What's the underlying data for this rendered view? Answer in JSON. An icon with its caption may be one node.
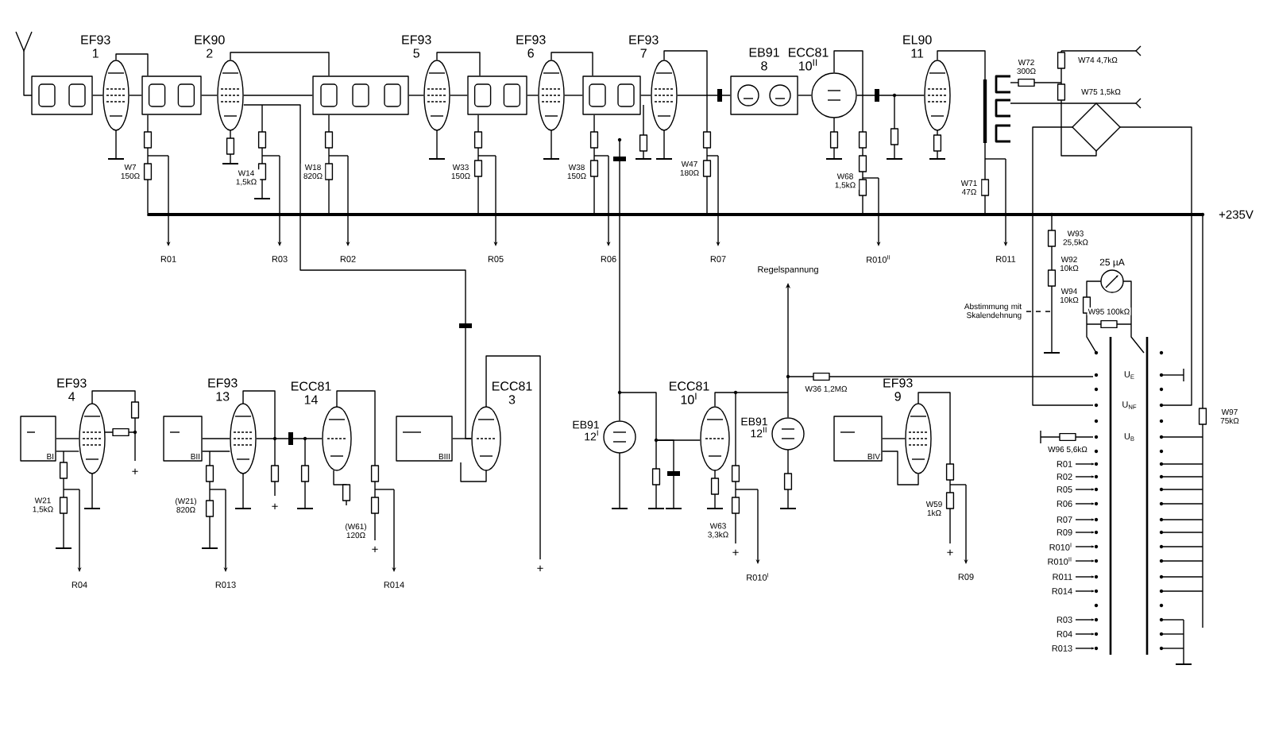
{
  "diagram": {
    "nodes": [
      {
        "text": [],
        "shape": "box"
      },
      {
        "text": [
          "EF93",
          "1"
        ]
      },
      {
        "text": [],
        "shape": "box"
      },
      {
        "text": [
          "EK90",
          "2"
        ]
      },
      {
        "text": [],
        "shape": "box"
      },
      {
        "text": [
          "EF93",
          "5"
        ]
      },
      {
        "text": [],
        "shape": "box"
      },
      {
        "text": [
          "EF93",
          "6"
        ]
      },
      {
        "text": [],
        "shape": "box"
      },
      {
        "text": [
          "EF93",
          "7"
        ]
      },
      {
        "text": [
          "EB91",
          "8"
        ]
      },
      {
        "text": [
          "ECC81",
          "10$^{II}$"
        ]
      },
      {
        "text": [
          "EL90",
          "11"
        ]
      },
      {
        "text": [
          "BI"
        ]
      },
      {
        "text": [
          "EF93",
          "4"
        ]
      },
      {
        "text": [
          "BII"
        ]
      },
      {
        "text": [
          "EF93",
          "13"
        ]
      },
      {
        "text": [
          "ECC81",
          "14"
        ]
      },
      {
        "text": [
          "BIII"
        ]
      },
      {
        "text": [
          "ECC81",
          "3"
        ]
      },
      {
        "text": [
          "EB91",
          "12$^{I}$"
        ]
      },
      {
        "text": [
          "ECC81",
          "10$^{I}$"
        ]
      },
      {
        "text": [
          "EB91",
          "12$^{II}$"
        ]
      },
      {
        "text": [
          "BIV"
        ]
      },
      {
        "text": [
          "EF93",
          "9"
        ]
      },
      {
        "text": [
          "25 µA"
        ]
      },
      {
        "text": [],
        "shape": "bar"
      }
    ],
    "edges": [
      {
        "from": 0,
        "to": 1,
        "arrow": "none"
      },
      {
        "from": 1,
        "to": 2,
        "arrow": "none"
      },
      {
        "from": 2,
        "to": 3,
        "arrow": "none"
      },
      {
        "from": 3,
        "to": 4,
        "arrow": "none"
      },
      {
        "from": 4,
        "to": 5,
        "arrow": "none"
      },
      {
        "from": 5,
        "to": 6,
        "arrow": "none"
      },
      {
        "from": 6,
        "to": 7,
        "arrow": "none"
      },
      {
        "from": 7,
        "to": 8,
        "arrow": "none"
      },
      {
        "from": 8,
        "to": 9,
        "arrow": "none"
      },
      {
        "from": 9,
        "to": 10,
        "arrow": "none"
      },
      {
        "from": 10,
        "to": 11,
        "arrow": "none"
      },
      {
        "from": 11,
        "to": 12,
        "arrow": "none"
      },
      {
        "from": 13,
        "to": 14,
        "arrow": "none"
      },
      {
        "from": 15,
        "to": 16,
        "arrow": "none"
      },
      {
        "from": 16,
        "to": 17,
        "arrow": "none"
      },
      {
        "from": 18,
        "to": 19,
        "arrow": "none"
      },
      {
        "from": 23,
        "to": 24,
        "arrow": "none"
      },
      {
        "from": 3,
        "to": 19,
        "arrow": "none"
      },
      {
        "from": 21,
        "to": 22,
        "arrow": "none"
      },
      {
        "from": 13,
        "to": 14,
        "arrow": "none"
      },
      {
        "from": 15,
        "to": 16,
        "arrow": "none"
      },
      {
        "from": 2,
        "to": 26,
        "arrow": "none"
      },
      {
        "from": 4,
        "to": 26,
        "arrow": "none"
      },
      {
        "from": 6,
        "to": 26,
        "arrow": "none"
      },
      {
        "from": 8,
        "to": 26,
        "arrow": "none"
      },
      {
        "from": 9,
        "to": 26,
        "arrow": "none"
      },
      {
        "from": 11,
        "to": 26,
        "arrow": "none"
      },
      {
        "from": 12,
        "to": 26,
        "arrow": "none"
      },
      {
        "from": 1,
        "to": 2,
        "arrow": "none"
      },
      {
        "from": 3,
        "to": 4,
        "arrow": "none"
      },
      {
        "from": 5,
        "to": 6,
        "arrow": "none"
      },
      {
        "from": 7,
        "to": 8,
        "arrow": "none"
      },
      {
        "from": 23,
        "to": 24,
        "arrow": "none"
      },
      {
        "from": 20,
        "to": 21,
        "arrow": "none"
      }
    ],
    "labels": [
      "W7 150Ω",
      "W14 1,5kΩ",
      "W18 820Ω",
      "W33 150Ω",
      "W38 150Ω",
      "W47 180Ω",
      "W68 1,5kΩ",
      "W71 47Ω",
      "W72 300Ω",
      "W74 4,7kΩ",
      "W75 1,5kΩ",
      "+235V",
      "R01",
      "R03",
      "R02",
      "R05",
      "R06",
      "R07",
      "R010$^{II}$",
      "R011",
      "Regelspannung",
      "W93 25,5kΩ",
      "W92 10kΩ",
      "Abstimmung mit Skalendehnung",
      "W94 10kΩ",
      "W95 100kΩ",
      "W36 1,2MΩ",
      "W21 1,5kΩ",
      "(W21) 820Ω",
      "(W61) 120Ω",
      "W63 3,3kΩ",
      "W59 1kΩ",
      "R04",
      "R013",
      "R014",
      "R010$^{I}$",
      "R09",
      "+",
      "+",
      "+",
      "+",
      "+",
      "+",
      "U$_{E}$",
      "U$_{NF}$",
      "U$_{B}$",
      "W96 5,6kΩ",
      "W97 75kΩ",
      "R01",
      "R02",
      "R05",
      "R06",
      "R07",
      "R09",
      "R010$^{I}$",
      "R010$^{II}$",
      "R011",
      "R014",
      "R03",
      "R04",
      "R013"
    ]
  }
}
